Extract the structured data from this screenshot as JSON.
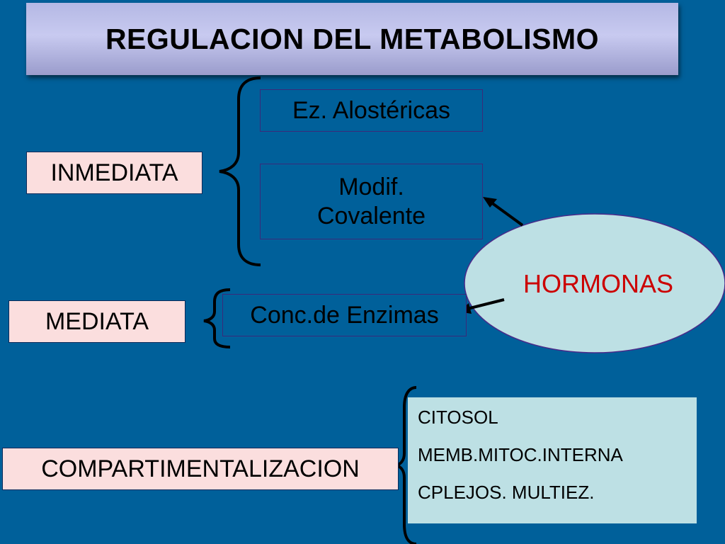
{
  "title": "REGULACION DEL METABOLISMO",
  "categories": {
    "inmediata": "INMEDIATA",
    "mediata": "MEDIATA",
    "compartimentalizacion": "COMPARTIMENTALIZACION"
  },
  "inmediata_items": {
    "alostericas": "Ez. Alostéricas",
    "modif_line1": "Modif.",
    "modif_line2": "Covalente"
  },
  "mediata_items": {
    "conc": "Conc.de Enzimas"
  },
  "hormonas": "HORMONAS",
  "compartimentos": [
    "CITOSOL",
    "MEMB.MITOC.INTERNA",
    "CPLEJOS. MULTIEZ."
  ],
  "colors": {
    "background": "#00609a",
    "pink_box": "#fbdede",
    "ellipse": "#bde0e4",
    "hormonas_text": "#cc0000",
    "light_box": "#bde0e4"
  }
}
